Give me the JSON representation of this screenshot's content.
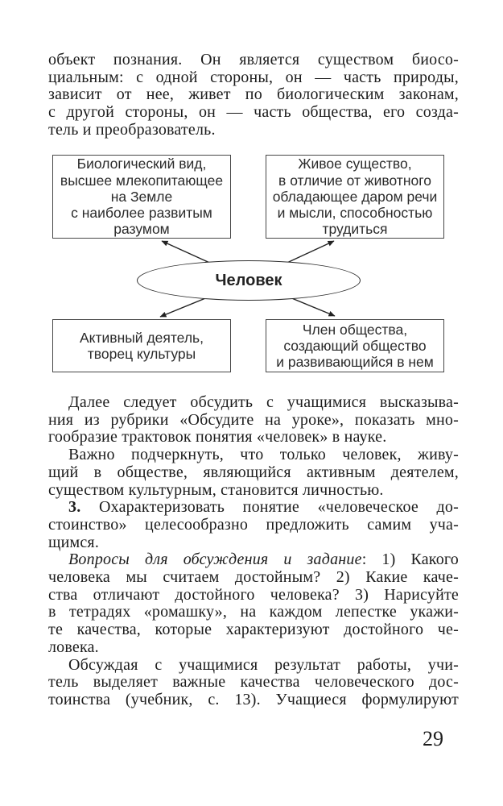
{
  "page": {
    "number": "29"
  },
  "body": {
    "above_diagram": [
      {
        "indent": false,
        "lines": [
          {
            "j": true,
            "seg": [
              {
                "t": "объект познания. Он является существом биосо-",
                "s": "n"
              }
            ]
          },
          {
            "j": true,
            "seg": [
              {
                "t": "циальным: с одной стороны, он — часть природы,",
                "s": "n"
              }
            ]
          },
          {
            "j": true,
            "seg": [
              {
                "t": "зависит от нее, живет по биологическим законам,",
                "s": "n"
              }
            ]
          },
          {
            "j": true,
            "seg": [
              {
                "t": "с другой стороны, он — часть общества, его созда-",
                "s": "n"
              }
            ]
          },
          {
            "j": false,
            "seg": [
              {
                "t": "тель и преобразователь.",
                "s": "n"
              }
            ]
          }
        ]
      }
    ],
    "below_diagram": [
      {
        "indent": true,
        "lines": [
          {
            "j": true,
            "seg": [
              {
                "t": "Далее следует обсудить с учащимися высказыва-",
                "s": "n"
              }
            ]
          },
          {
            "j": true,
            "seg": [
              {
                "t": "ния из рубрики «Обсудите на уроке», показать мно-",
                "s": "n"
              }
            ]
          },
          {
            "j": false,
            "seg": [
              {
                "t": "гообразие трактовок понятия «человек» в науке.",
                "s": "n"
              }
            ]
          }
        ]
      },
      {
        "indent": true,
        "lines": [
          {
            "j": true,
            "seg": [
              {
                "t": "Важно подчеркнуть, что только человек, живу-",
                "s": "n"
              }
            ]
          },
          {
            "j": true,
            "seg": [
              {
                "t": "щий в обществе, являющийся активным деятелем,",
                "s": "n"
              }
            ]
          },
          {
            "j": false,
            "seg": [
              {
                "t": "существом культурным, становится личностью.",
                "s": "n"
              }
            ]
          }
        ]
      },
      {
        "indent": true,
        "lines": [
          {
            "j": true,
            "seg": [
              {
                "t": "3.",
                "s": "b"
              },
              {
                "t": " Охарактеризовать понятие «человеческое до-",
                "s": "n"
              }
            ]
          },
          {
            "j": true,
            "seg": [
              {
                "t": "стоинство» целесообразно предложить самим уча-",
                "s": "n"
              }
            ]
          },
          {
            "j": false,
            "seg": [
              {
                "t": "щимся.",
                "s": "n"
              }
            ]
          }
        ]
      },
      {
        "indent": true,
        "lines": [
          {
            "j": true,
            "seg": [
              {
                "t": "Вопросы для обсуждения и задание",
                "s": "i"
              },
              {
                "t": ": 1) Какого",
                "s": "n"
              }
            ]
          },
          {
            "j": true,
            "seg": [
              {
                "t": "человека мы считаем достойным? 2) Какие каче-",
                "s": "n"
              }
            ]
          },
          {
            "j": true,
            "seg": [
              {
                "t": "ства отличают достойного человека? 3) Нарисуйте",
                "s": "n"
              }
            ]
          },
          {
            "j": true,
            "seg": [
              {
                "t": "в тетрадях «ромашку», на каждом лепестке укажи-",
                "s": "n"
              }
            ]
          },
          {
            "j": true,
            "seg": [
              {
                "t": "те качества, которые характеризуют достойного че-",
                "s": "n"
              }
            ]
          },
          {
            "j": false,
            "seg": [
              {
                "t": "ловека.",
                "s": "n"
              }
            ]
          }
        ]
      },
      {
        "indent": true,
        "lines": [
          {
            "j": true,
            "seg": [
              {
                "t": "Обсуждая с учащимися результат работы, учи-",
                "s": "n"
              }
            ]
          },
          {
            "j": true,
            "seg": [
              {
                "t": "тель выделяет важные качества человеческого дос-",
                "s": "n"
              }
            ]
          },
          {
            "j": true,
            "seg": [
              {
                "t": "тоинства (учебник, с. 13). Учащиеся формулируют",
                "s": "n"
              }
            ]
          }
        ]
      }
    ]
  },
  "diagram": {
    "center_label": "Человек",
    "boxes": [
      {
        "name": "biological-species",
        "lines": [
          "Биологический вид,",
          "высшее млекопитающее",
          "на Земле",
          "с наиболее развитым",
          "разумом"
        ]
      },
      {
        "name": "living-being",
        "lines": [
          "Живое существо,",
          "в отличие от животного",
          "обладающее даром речи",
          "и мысли, способностью",
          "трудиться"
        ]
      },
      {
        "name": "active-agent",
        "lines": [
          "Активный деятель,",
          "творец культуры"
        ]
      },
      {
        "name": "society-member",
        "lines": [
          "Член общества,",
          "создающий общество",
          "и развивающийся в нем"
        ]
      }
    ]
  }
}
